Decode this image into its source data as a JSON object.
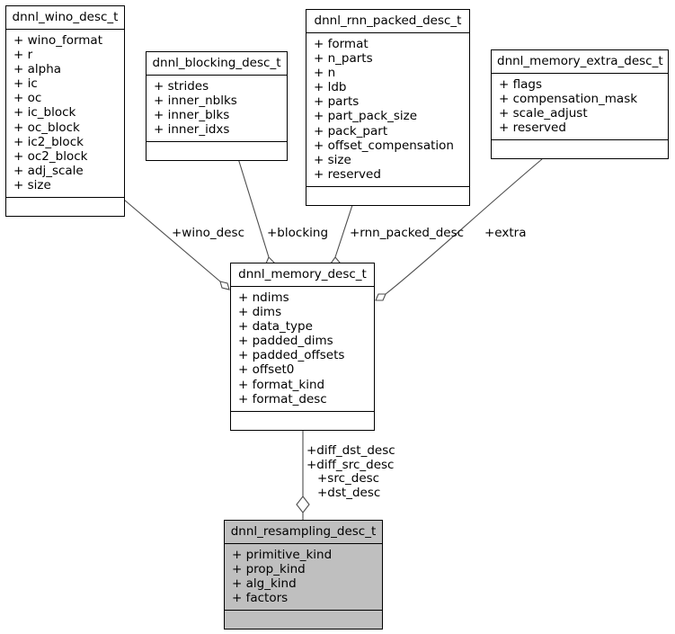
{
  "diagram": {
    "type": "uml-class-collaboration-diagram",
    "colors": {
      "background": "#ffffff",
      "box_fill": "#ffffff",
      "focus_box_fill": "#bfbfbf",
      "border": "#000000",
      "edge": "#4d4d4d",
      "text": "#000000"
    }
  },
  "classes": [
    {
      "id": "wino",
      "name": "dnnl_wino_desc_t",
      "attributes": [
        "+ wino_format",
        "+ r",
        "+ alpha",
        "+ ic",
        "+ oc",
        "+ ic_block",
        "+ oc_block",
        "+ ic2_block",
        "+ oc2_block",
        "+ adj_scale",
        "+ size"
      ],
      "operations": [],
      "focus": false
    },
    {
      "id": "blocking",
      "name": "dnnl_blocking_desc_t",
      "attributes": [
        "+ strides",
        "+ inner_nblks",
        "+ inner_blks",
        "+ inner_idxs"
      ],
      "operations": [],
      "focus": false
    },
    {
      "id": "rnn_packed",
      "name": "dnnl_rnn_packed_desc_t",
      "attributes": [
        "+ format",
        "+ n_parts",
        "+ n",
        "+ ldb",
        "+ parts",
        "+ part_pack_size",
        "+ pack_part",
        "+ offset_compensation",
        "+ size",
        "+ reserved"
      ],
      "operations": [],
      "focus": false
    },
    {
      "id": "extra",
      "name": "dnnl_memory_extra_desc_t",
      "attributes": [
        "+ flags",
        "+ compensation_mask",
        "+ scale_adjust",
        "+ reserved"
      ],
      "operations": [],
      "focus": false
    },
    {
      "id": "memory",
      "name": "dnnl_memory_desc_t",
      "attributes": [
        "+ ndims",
        "+ dims",
        "+ data_type",
        "+ padded_dims",
        "+ padded_offsets",
        "+ offset0",
        "+ format_kind",
        "+ format_desc"
      ],
      "operations": [],
      "focus": false
    },
    {
      "id": "resampling",
      "name": "dnnl_resampling_desc_t",
      "attributes": [
        "+ primitive_kind",
        "+ prop_kind",
        "+ alg_kind",
        "+ factors"
      ],
      "operations": [],
      "focus": true
    }
  ],
  "edges": [
    {
      "id": "edge-wino",
      "from": "wino",
      "to": "memory",
      "kind": "aggregation",
      "label": "+wino_desc"
    },
    {
      "id": "edge-blocking",
      "from": "blocking",
      "to": "memory",
      "kind": "aggregation",
      "label": "+blocking"
    },
    {
      "id": "edge-rnn-packed",
      "from": "rnn_packed",
      "to": "memory",
      "kind": "aggregation",
      "label": "+rnn_packed_desc"
    },
    {
      "id": "edge-extra",
      "from": "extra",
      "to": "memory",
      "kind": "aggregation",
      "label": "+extra"
    },
    {
      "id": "edge-resampling",
      "from": "memory",
      "to": "resampling",
      "kind": "aggregation",
      "labels": [
        "+diff_dst_desc",
        "+diff_src_desc",
        "+src_desc",
        "+dst_desc"
      ]
    }
  ]
}
